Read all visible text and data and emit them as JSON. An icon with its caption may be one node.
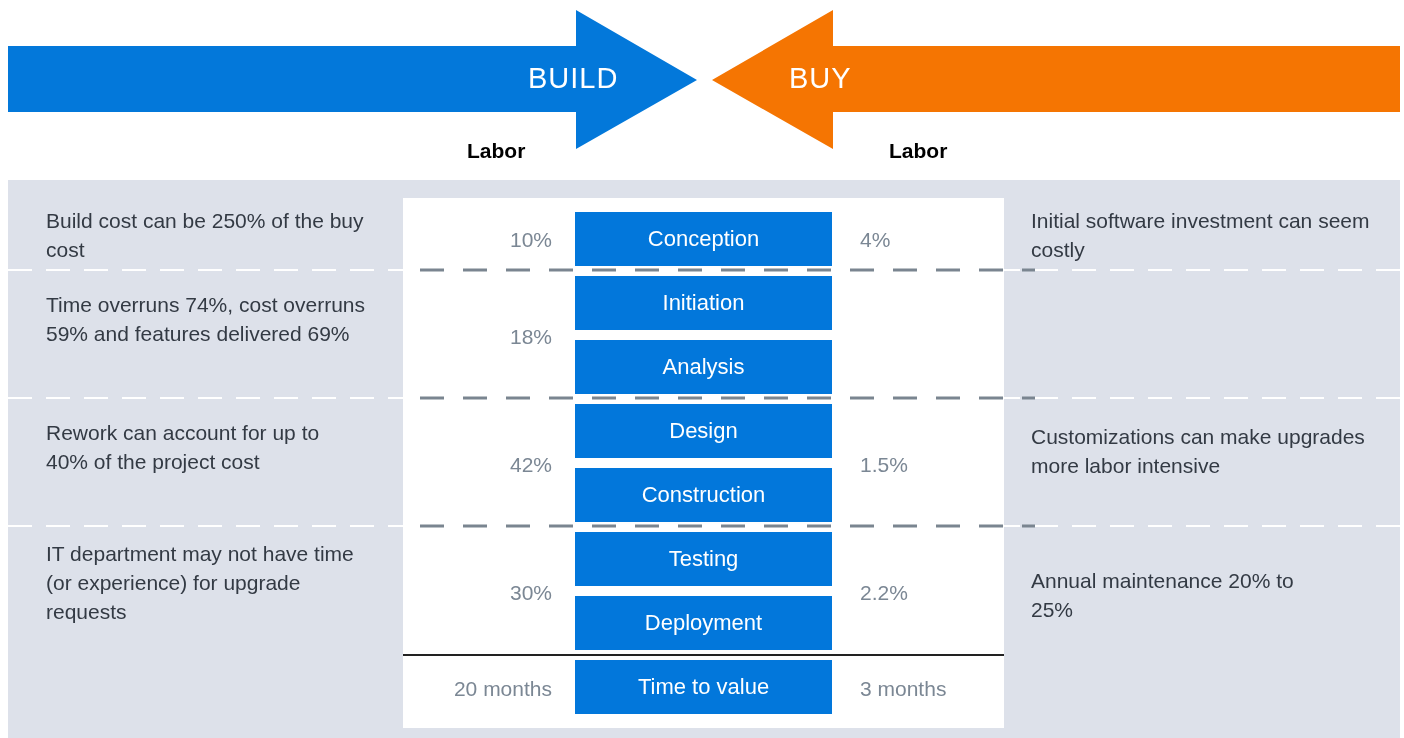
{
  "diagram": {
    "nodes": [
      {
        "text": [
          "BUILD"
        ]
      },
      {
        "text": [
          "BUY"
        ]
      },
      {
        "text": [
          "Conception"
        ]
      },
      {
        "text": [
          "Initiation"
        ]
      },
      {
        "text": [
          "Analysis"
        ]
      },
      {
        "text": [
          "Design"
        ]
      },
      {
        "text": [
          "Construction"
        ]
      },
      {
        "text": [
          "Testing"
        ]
      },
      {
        "text": [
          "Deployment"
        ]
      },
      {
        "text": [
          "Time to value"
        ]
      }
    ],
    "labels": [
      "Labor",
      "Labor",
      "Build cost can be 250% of the buy cost",
      "10%",
      "4%",
      "Initial software investment can seem costly",
      "Time overruns 74%, cost overruns 59% and features delivered 69%",
      "18%",
      "Rework can account for up to 40% of the project cost",
      "42%",
      "1.5%",
      "Customizations can make upgrades more labor intensive",
      "IT department may not have time (or experience) for upgrade requests",
      "30%",
      "2.2%",
      "Annual maintenance 20% to 25%",
      "20 months",
      "3 months"
    ]
  }
}
